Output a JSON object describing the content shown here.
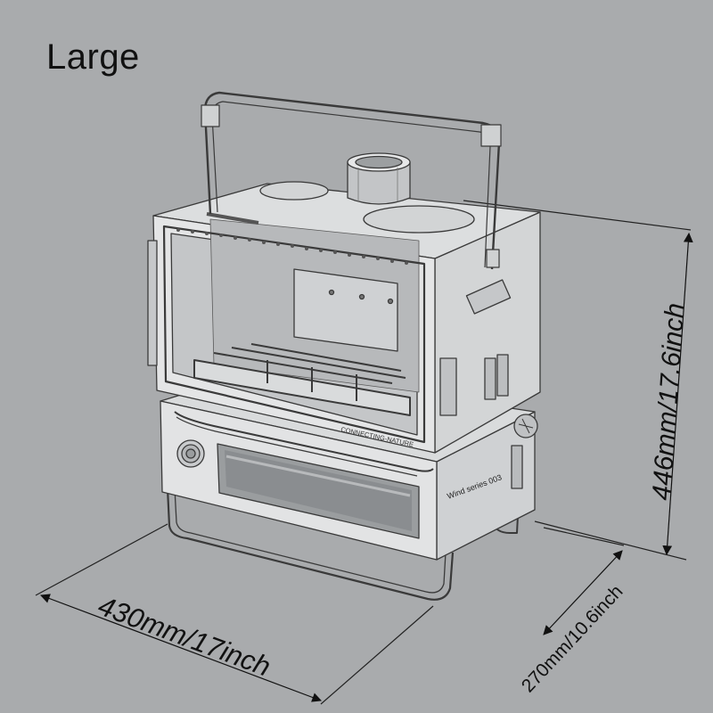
{
  "title": "Large",
  "dimensions": {
    "width": "430mm/17inch",
    "height": "446mm/17.6inch",
    "depth": "270mm/10.6inch"
  },
  "product_labels": {
    "door_text": "CONNECTING-NATURE",
    "series_text": "Wind series 003"
  },
  "colors": {
    "background": "#a9abad",
    "line": "#3a3a3a",
    "metal_light": "#e2e3e4",
    "metal_mid": "#c9cbcd",
    "metal_dark": "#8e9194",
    "text": "#111111"
  }
}
